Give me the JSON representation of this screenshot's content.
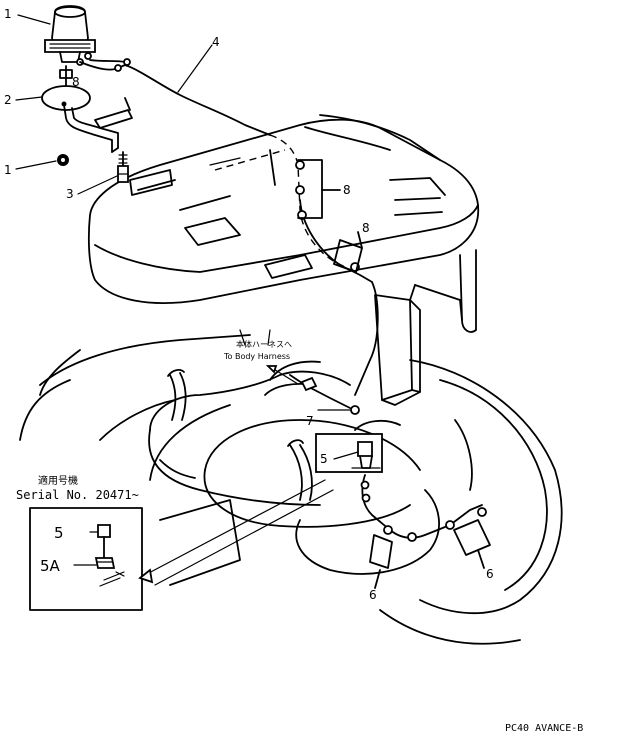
{
  "callouts": {
    "c1_top": "1",
    "c2": "2",
    "c1_bottom": "1",
    "c3": "3",
    "c4": "4",
    "c8_a": "8",
    "c8_b": "8",
    "c8_c": "8",
    "c7": "7",
    "c5": "5",
    "c6_a": "6",
    "c6_b": "6"
  },
  "harness_note": {
    "japanese": "本体ハーネスへ",
    "english": "To Body Harness"
  },
  "serial_note": {
    "japanese": "適用号機",
    "english": "Serial  No. 20471~"
  },
  "inset": {
    "label_5": "5",
    "label_5a": "5A"
  },
  "footer": {
    "text": "PC40 AVANCE-B"
  }
}
